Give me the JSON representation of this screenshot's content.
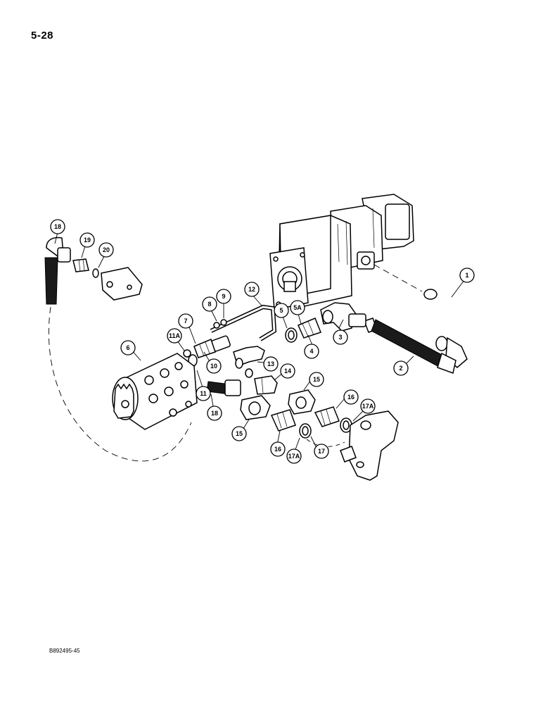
{
  "page": {
    "number": "5-28",
    "figure_code": "B892495-45"
  },
  "callouts": [
    {
      "id": "c1",
      "label": "1"
    },
    {
      "id": "c2",
      "label": "2"
    },
    {
      "id": "c3",
      "label": "3"
    },
    {
      "id": "c4",
      "label": "4"
    },
    {
      "id": "c5",
      "label": "5"
    },
    {
      "id": "c5a",
      "label": "5A"
    },
    {
      "id": "c6",
      "label": "6"
    },
    {
      "id": "c7",
      "label": "7"
    },
    {
      "id": "c8",
      "label": "8"
    },
    {
      "id": "c9",
      "label": "9"
    },
    {
      "id": "c10",
      "label": "10"
    },
    {
      "id": "c11",
      "label": "11"
    },
    {
      "id": "c11a",
      "label": "11A"
    },
    {
      "id": "c12",
      "label": "12"
    },
    {
      "id": "c13",
      "label": "13"
    },
    {
      "id": "c14",
      "label": "14"
    },
    {
      "id": "c15a",
      "label": "15"
    },
    {
      "id": "c15b",
      "label": "15"
    },
    {
      "id": "c16a",
      "label": "16"
    },
    {
      "id": "c16b",
      "label": "16"
    },
    {
      "id": "c17",
      "label": "17"
    },
    {
      "id": "c17a",
      "label": "17A"
    },
    {
      "id": "c17b",
      "label": "17A"
    },
    {
      "id": "c18a",
      "label": "18"
    },
    {
      "id": "c18b",
      "label": "18"
    },
    {
      "id": "c19",
      "label": "19"
    },
    {
      "id": "c20",
      "label": "20"
    }
  ]
}
